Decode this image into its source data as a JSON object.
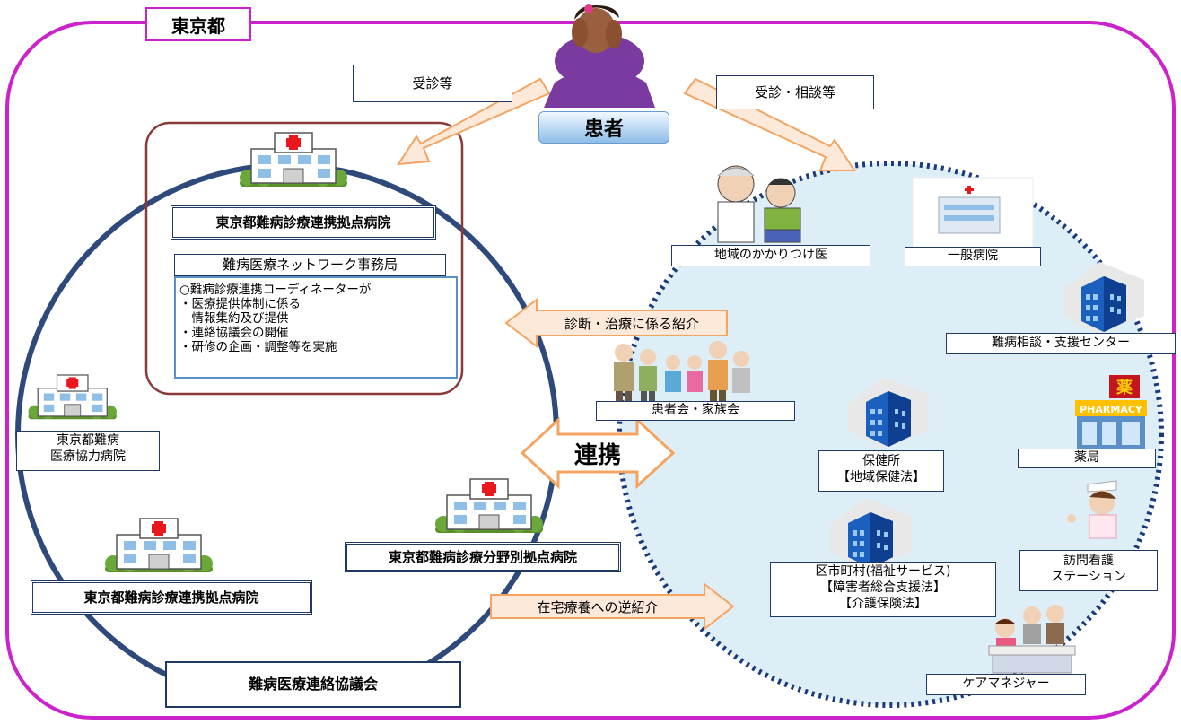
{
  "region_title": "東京都",
  "patient_label": "患者",
  "flows": {
    "consult_left": "受診等",
    "consult_right": "受診・相談等",
    "referral_diagnosis": "診断・治療に係る紹介",
    "cooperation": "連携",
    "home_care_referral": "在宅療養への逆紹介"
  },
  "hospitals": {
    "hub_top": "東京都難病診療連携拠点病院",
    "network_office": "難病医療ネットワーク事務局",
    "coordinator_tasks": [
      "○難病診療連携コーディネーターが",
      "・医療提供体制に係る",
      "　情報集約及び提供",
      "・連絡協議会の開催",
      "・研修の企画・調整等を実施"
    ],
    "cooperating": [
      "東京都難病",
      "医療協力病院"
    ],
    "specialty_hub": "東京都難病診療分野別拠点病院",
    "hub_bottom": "東京都難病診療連携拠点病院",
    "council": "難病医療連絡協議会"
  },
  "community": {
    "family_doctor": "地域のかかりつけ医",
    "general_hospital": "一般病院",
    "support_center": "難病相談・支援センター",
    "patient_groups": "患者会・家族会",
    "health_center": [
      "保健所",
      "【地域保健法】"
    ],
    "pharmacy": "薬局",
    "pharmacy_sign": "PHARMACY",
    "pharmacy_kanji": "薬",
    "municipality": [
      "区市町村(福祉サービス)",
      "【障害者総合支援法】",
      "【介護保険法】"
    ],
    "home_nursing": [
      "訪問看護",
      "ステーション"
    ],
    "care_manager": "ケアマネジャー"
  },
  "colors": {
    "outer_border": "#cc22cc",
    "circle_border": "#2f4a7a",
    "dotted_circle": "#1a3a7a",
    "community_fill": "#deeef6",
    "arrow_fill": "#fde9d9",
    "arrow_stroke": "#f4a460",
    "patient_badge": "#a9cdf0",
    "hub_panel_border": "#8b3a3a",
    "hospital_red": "#e8181c"
  }
}
